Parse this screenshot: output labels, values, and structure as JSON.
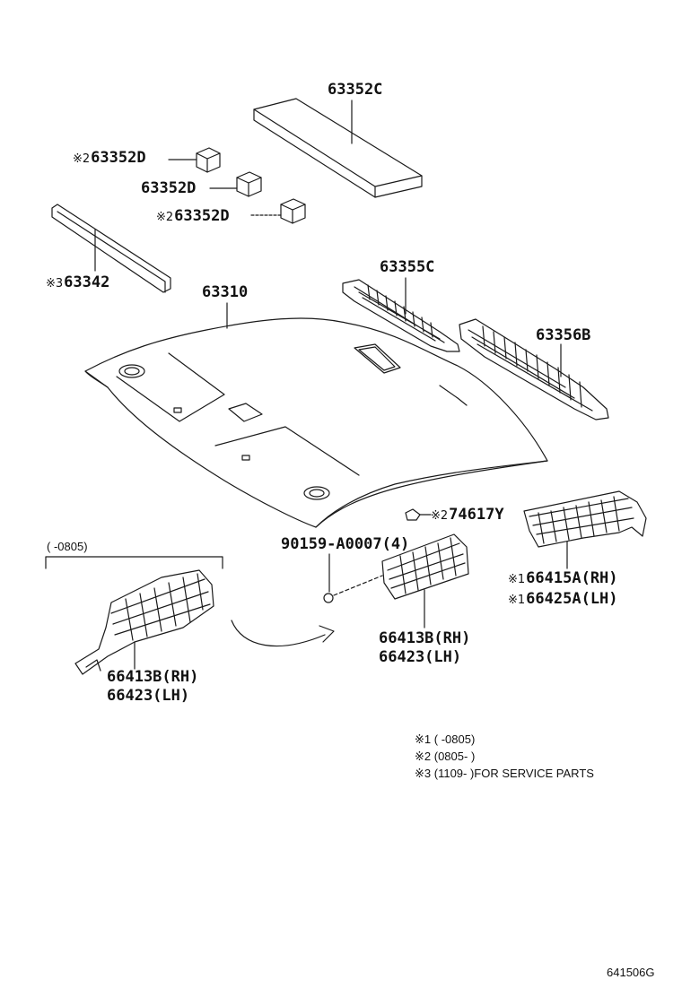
{
  "callouts": {
    "p63352c": "63352C",
    "p63352d_1": {
      "mark": "※2",
      "num": "63352D"
    },
    "p63352d_2": "63352D",
    "p63352d_3": {
      "mark": "※2",
      "num": "63352D"
    },
    "p63342": {
      "mark": "※3",
      "num": "63342"
    },
    "p63310": "63310",
    "p63355c": "63355C",
    "p63356b": "63356B",
    "p74617y": {
      "mark": "※2",
      "num": "74617Y"
    },
    "p66415a": {
      "mark": "※1",
      "num": "66415A(RH)"
    },
    "p66425a": {
      "mark": "※1",
      "num": "66425A(LH)"
    },
    "p90159": "90159-A0007(4)",
    "p66413b_center": "66413B(RH)",
    "p66423_center": "66423(LH)",
    "p66413b_left": "66413B(RH)",
    "p66423_left": "66423(LH)"
  },
  "inset": {
    "range": "(      -0805)"
  },
  "notes": [
    {
      "mark": "※1",
      "text": "(       -0805)"
    },
    {
      "mark": "※2",
      "text": "(0805-       )"
    },
    {
      "mark": "※3",
      "text": "(1109-       )FOR SERVICE PARTS"
    }
  ],
  "diagram_id": "641506G"
}
